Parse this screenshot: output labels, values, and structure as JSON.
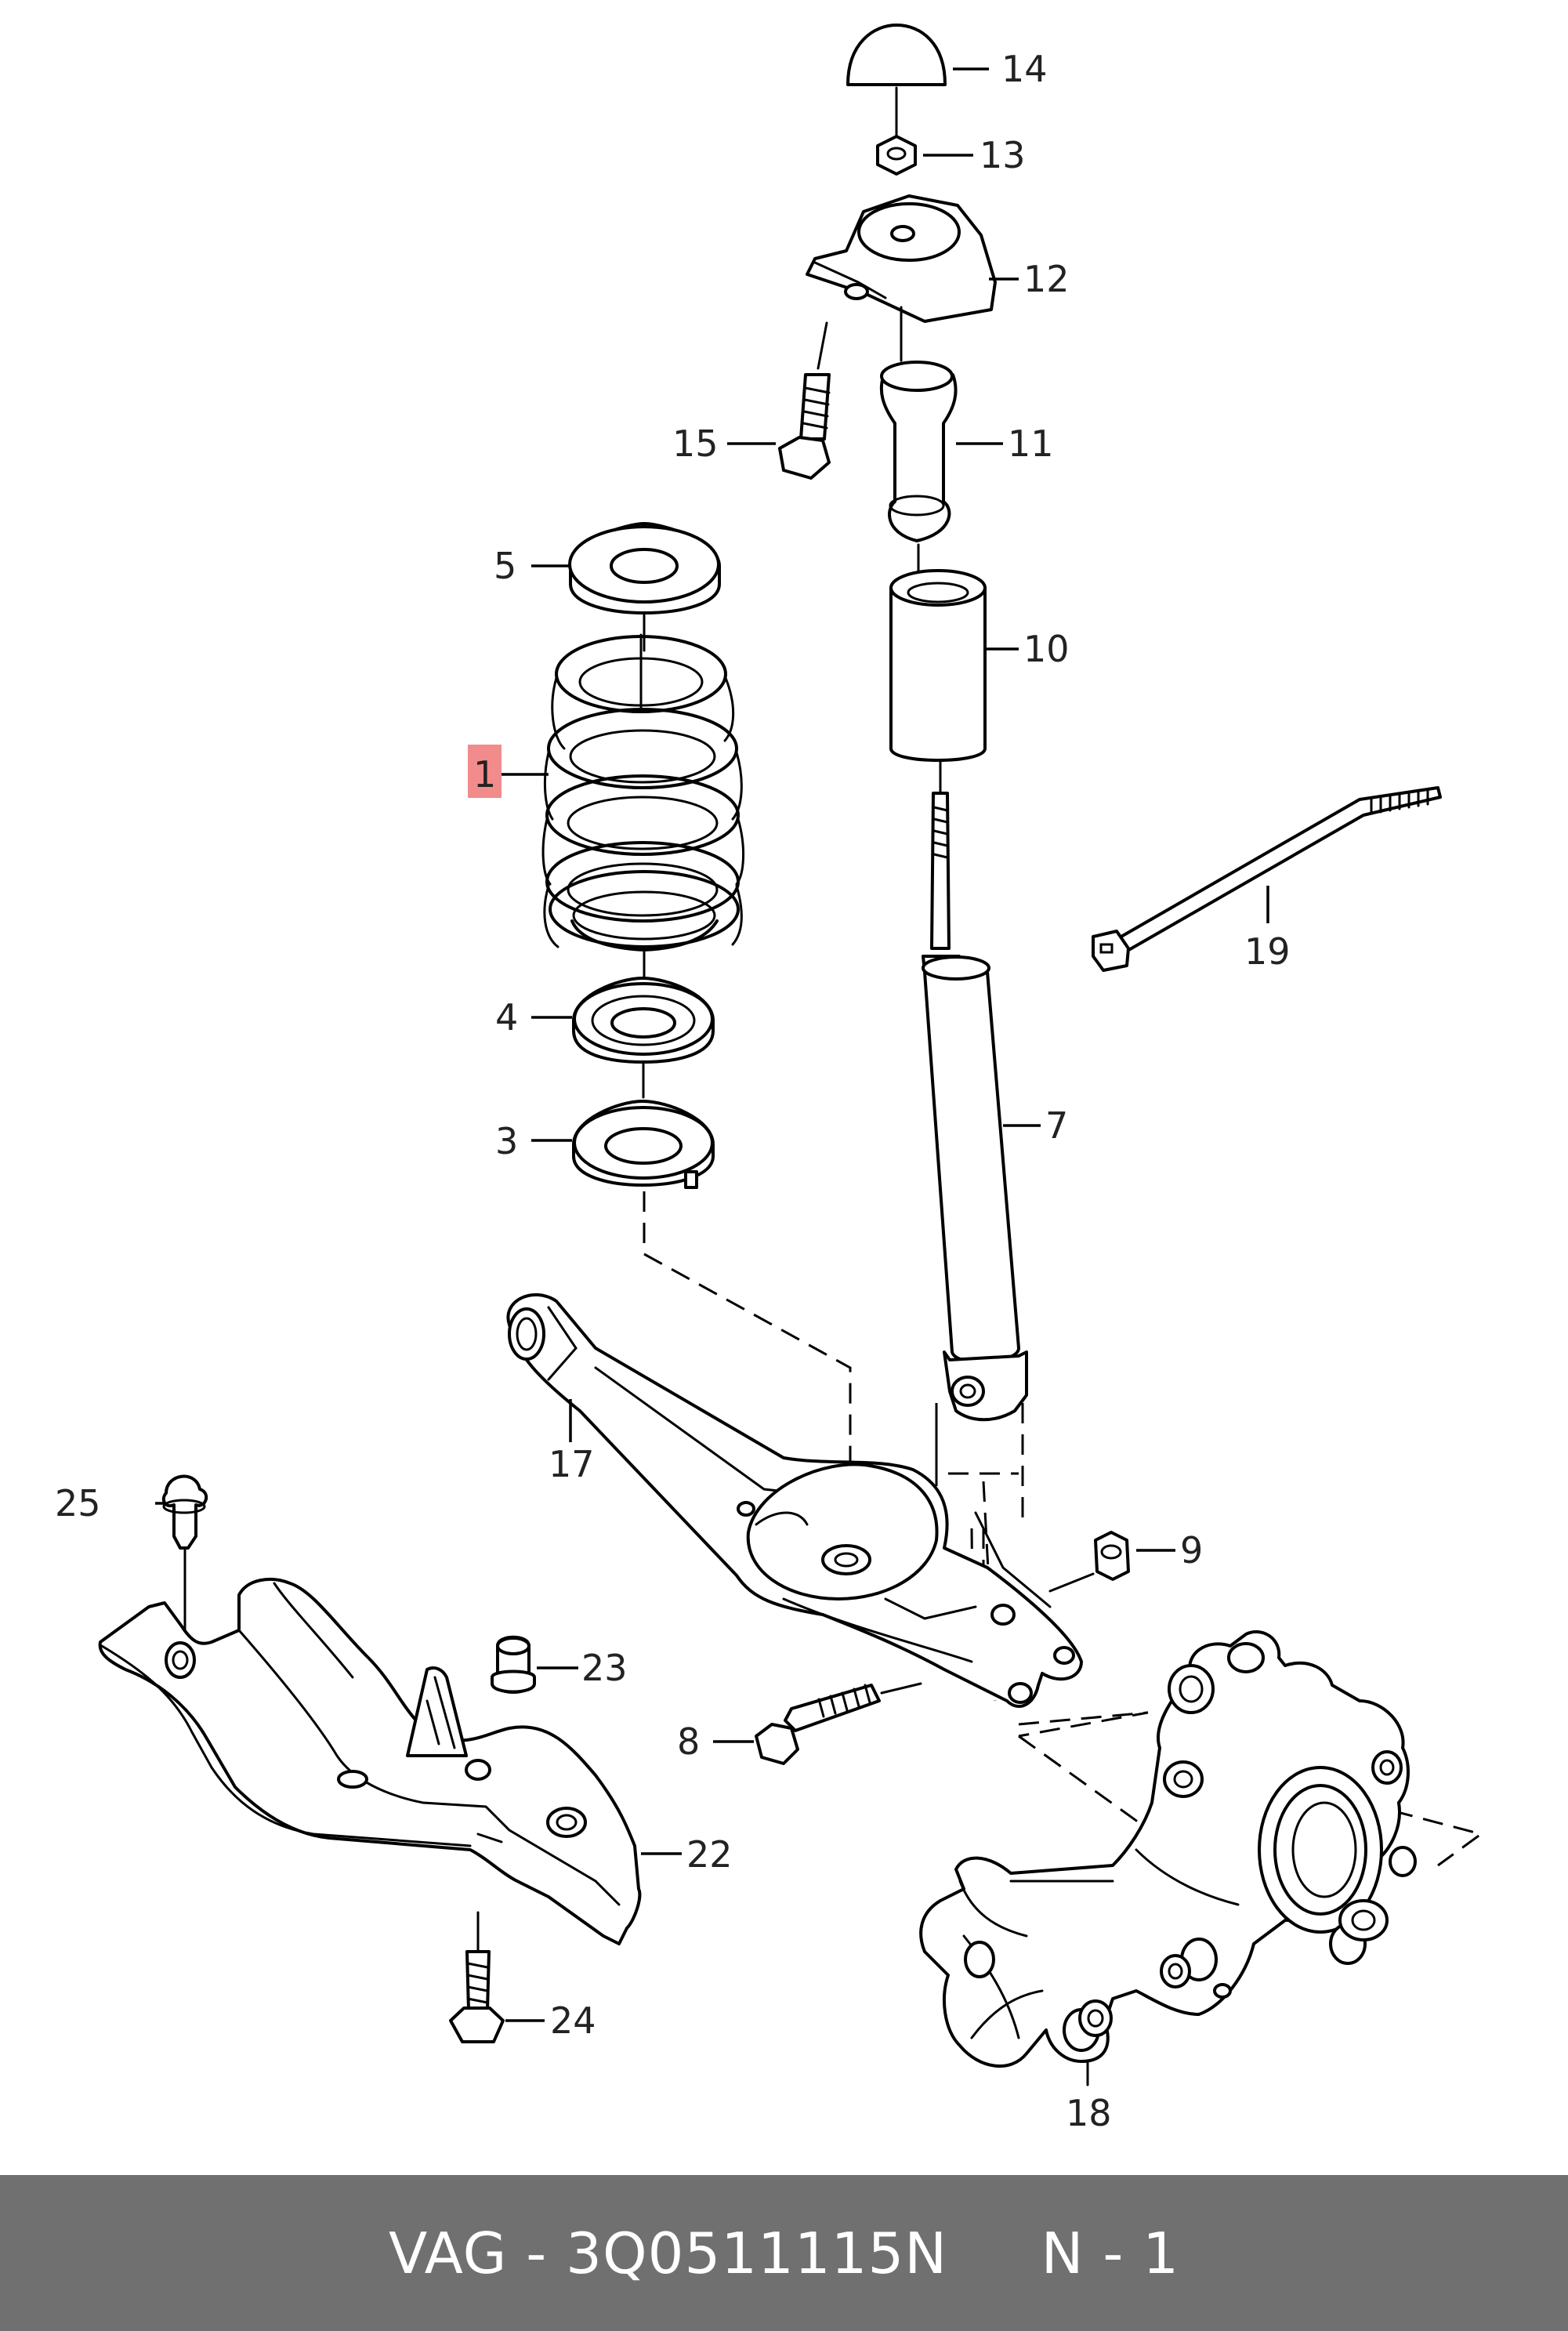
{
  "diagram": {
    "highlight_color": "#f28b8b",
    "callouts": {
      "c1": "1",
      "c3": "3",
      "c4": "4",
      "c5": "5",
      "c7": "7",
      "c8": "8",
      "c9": "9",
      "c10": "10",
      "c11": "11",
      "c12": "12",
      "c13": "13",
      "c14": "14",
      "c15": "15",
      "c17": "17",
      "c18": "18",
      "c19": "19",
      "c22": "22",
      "c23": "23",
      "c24": "24",
      "c25": "25"
    },
    "highlighted_callout": "1"
  },
  "footer": {
    "part_label": "VAG - 3Q0511115N     N - 1",
    "background": "#707070"
  }
}
